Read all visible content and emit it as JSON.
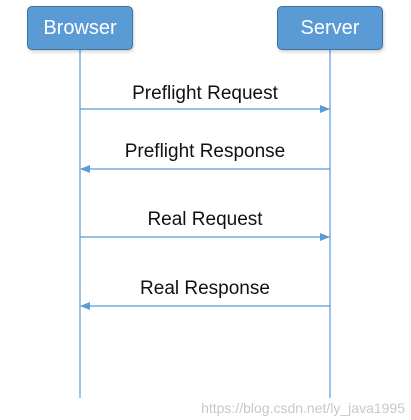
{
  "actors": {
    "browser": "Browser",
    "server": "Server"
  },
  "messages": [
    {
      "label": "Preflight Request",
      "from": "Browser",
      "to": "Server"
    },
    {
      "label": "Preflight Response",
      "from": "Server",
      "to": "Browser"
    },
    {
      "label": "Real Request",
      "from": "Browser",
      "to": "Server"
    },
    {
      "label": "Real Response",
      "from": "Server",
      "to": "Browser"
    }
  ],
  "colors": {
    "actor_fill": "#5b9bd5",
    "actor_border": "#41719c",
    "lifeline": "#5b9bd5",
    "arrow": "#5b9bd5"
  },
  "watermark": "https://blog.csdn.net/ly_java1995"
}
